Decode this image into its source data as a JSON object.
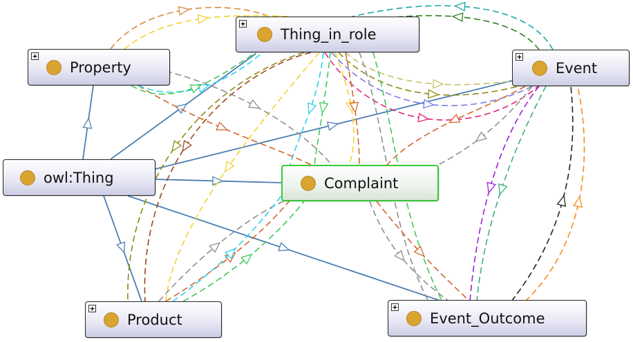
{
  "nodes": {
    "thing_in_role": {
      "label": "Thing_in_role",
      "expandable": true
    },
    "property": {
      "label": "Property",
      "expandable": true
    },
    "event": {
      "label": "Event",
      "expandable": true
    },
    "owl_thing": {
      "label": "owl:Thing",
      "expandable": false
    },
    "complaint": {
      "label": "Complaint",
      "expandable": false,
      "selected": true
    },
    "product": {
      "label": "Product",
      "expandable": true
    },
    "event_outcome": {
      "label": "Event_Outcome",
      "expandable": true
    }
  },
  "edge_colors": {
    "subclass": "#4a7fb0",
    "orange": "#d98a3a",
    "yellow": "#f2d22e",
    "teal": "#1ea5a5",
    "dark_green": "#2e7d1e",
    "khaki": "#c9c06a",
    "olive": "#8a8a10",
    "violet": "#7a7aee",
    "magenta": "#e0217a",
    "cyan": "#2ad0f0",
    "green": "#3fc85a",
    "brown": "#a0431a",
    "rust": "#d2642a",
    "gray": "#8e8e8e",
    "purple": "#9b1fd6",
    "sea_green": "#3ab07a",
    "black": "#222222",
    "amber": "#f28c1a"
  }
}
